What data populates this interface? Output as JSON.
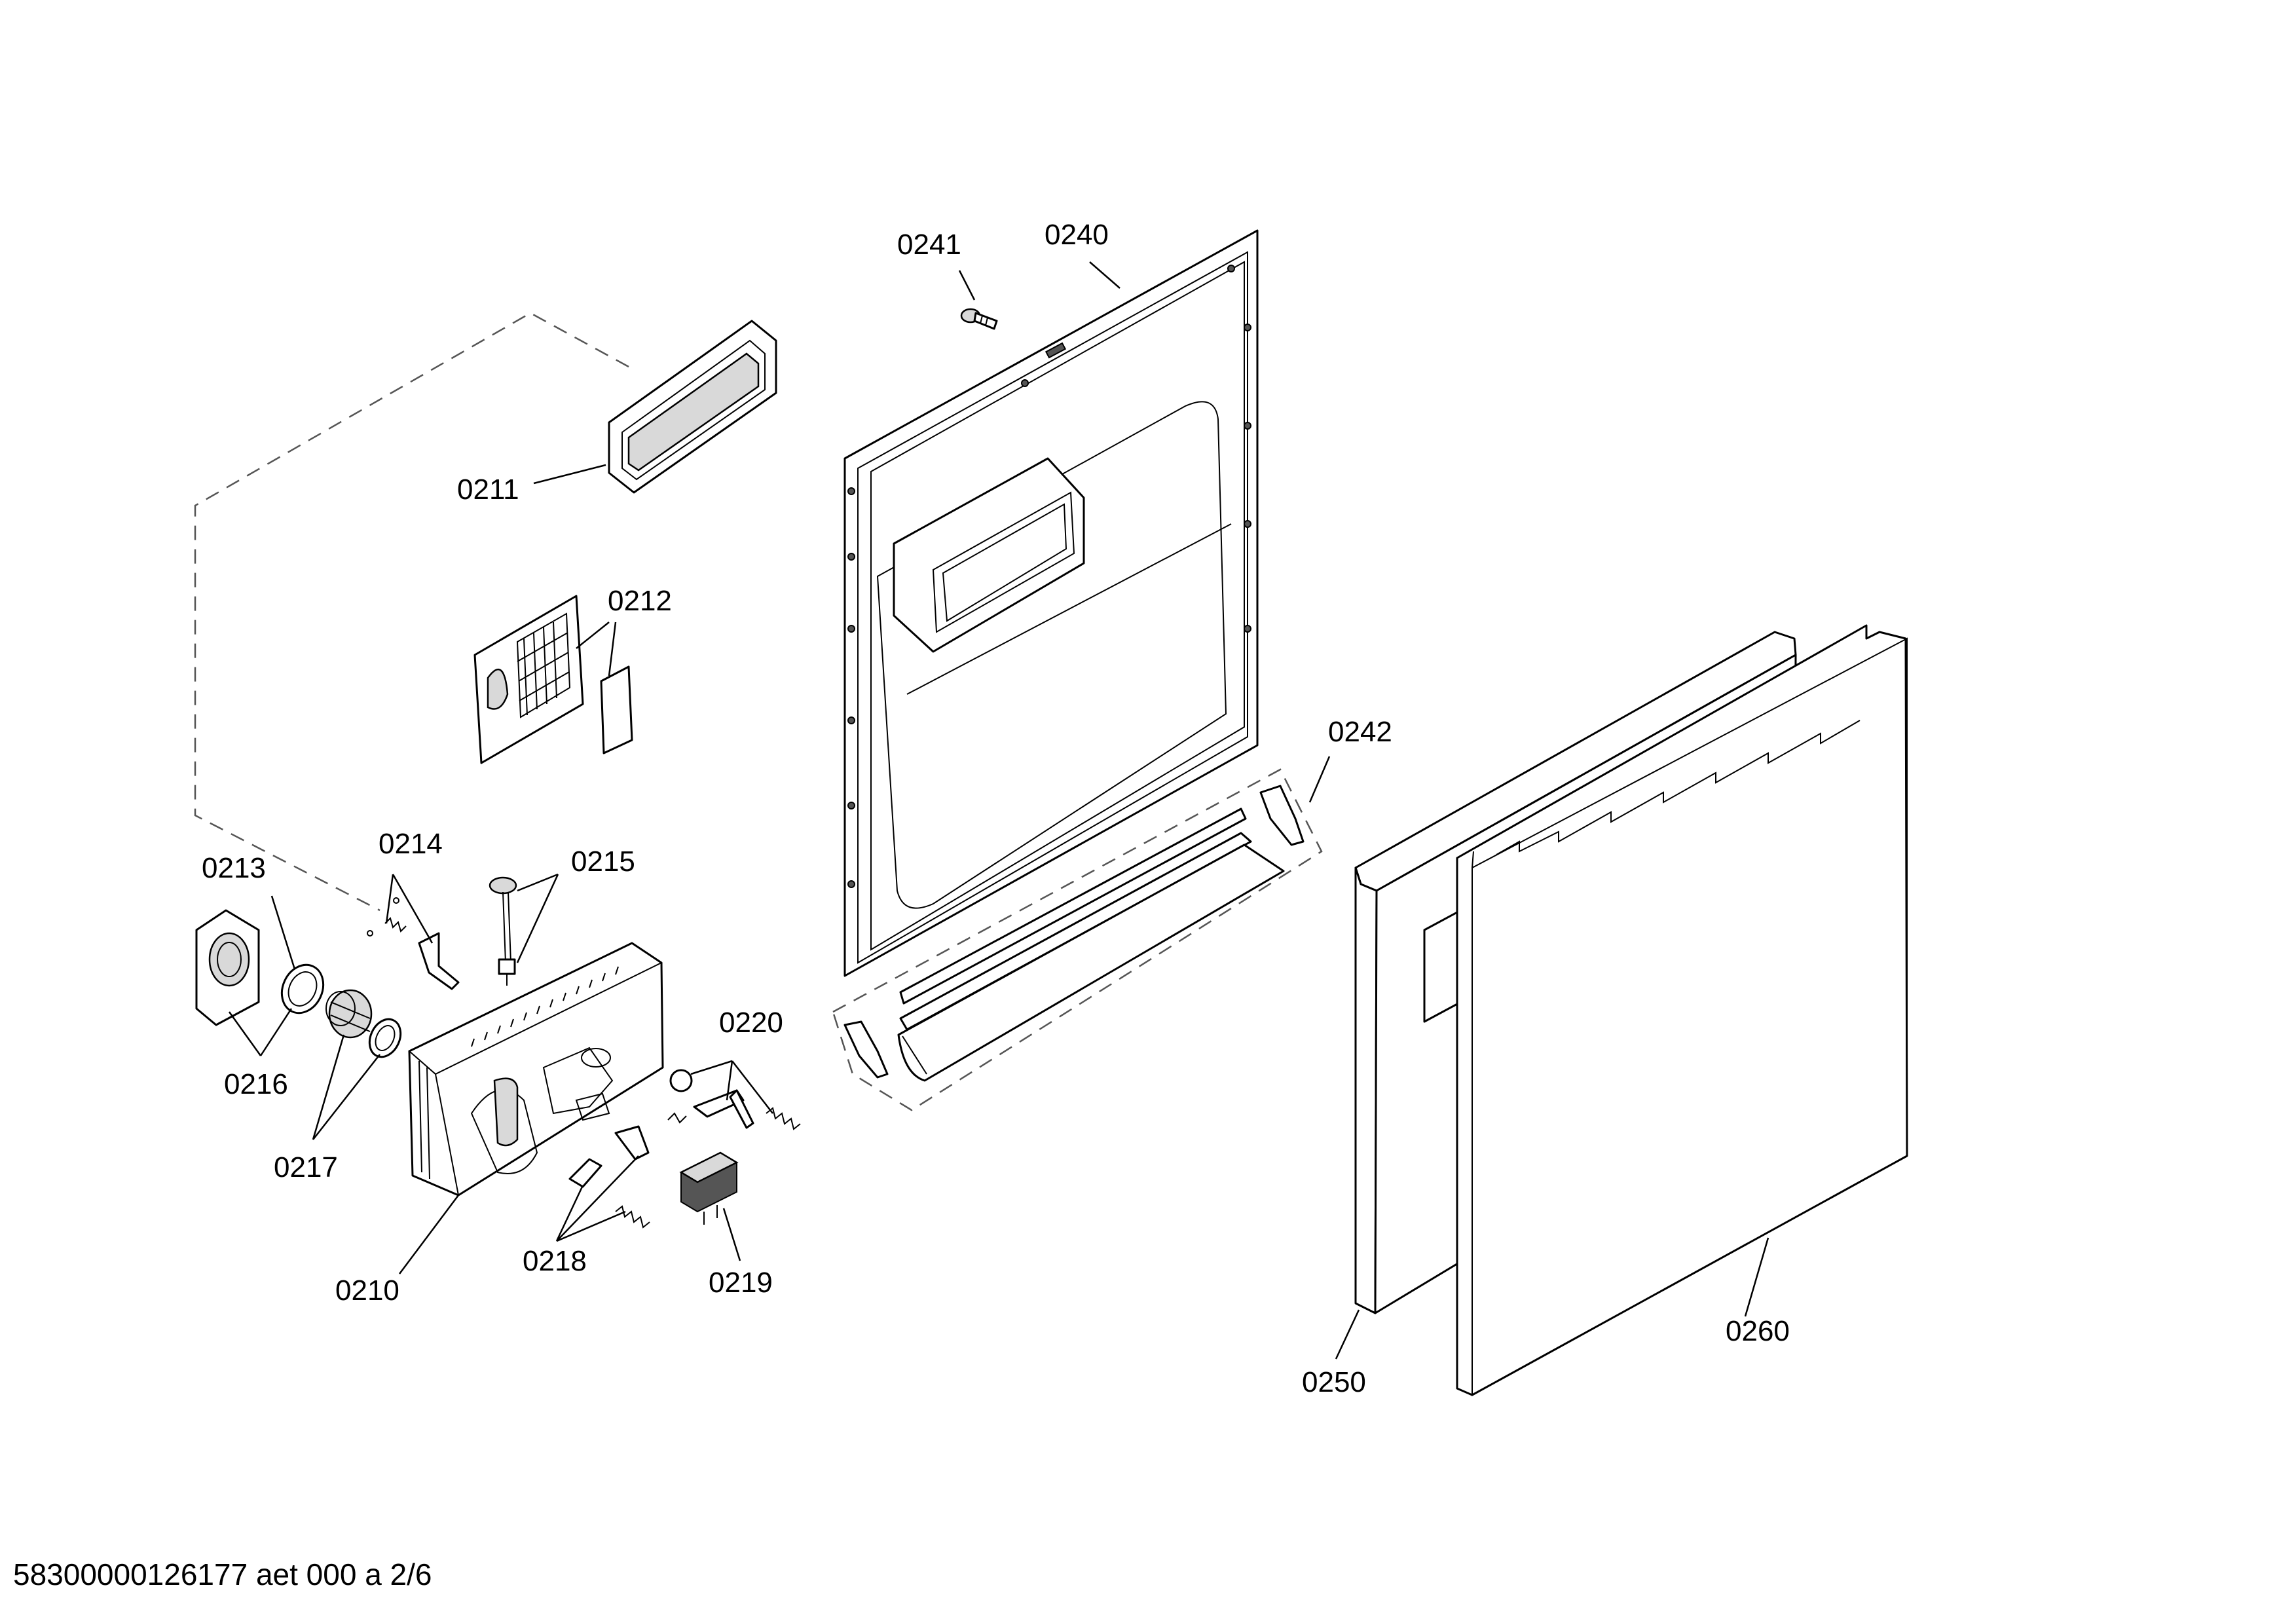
{
  "diagram": {
    "part_labels": [
      "0241",
      "0240",
      "0211",
      "0212",
      "0242",
      "0214",
      "0213",
      "0215",
      "0220",
      "0216",
      "0217",
      "0218",
      "0210",
      "0219",
      "0260",
      "0250"
    ],
    "footer": "58300000126177 aet 000 a 2/6"
  }
}
